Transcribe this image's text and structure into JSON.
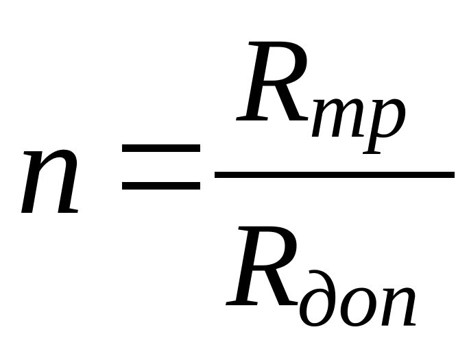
{
  "formula": {
    "lhs": "n",
    "operator": "=",
    "numerator": {
      "symbol": "R",
      "subscript": "тр"
    },
    "denominator": {
      "symbol": "R",
      "subscript": "доп"
    }
  }
}
